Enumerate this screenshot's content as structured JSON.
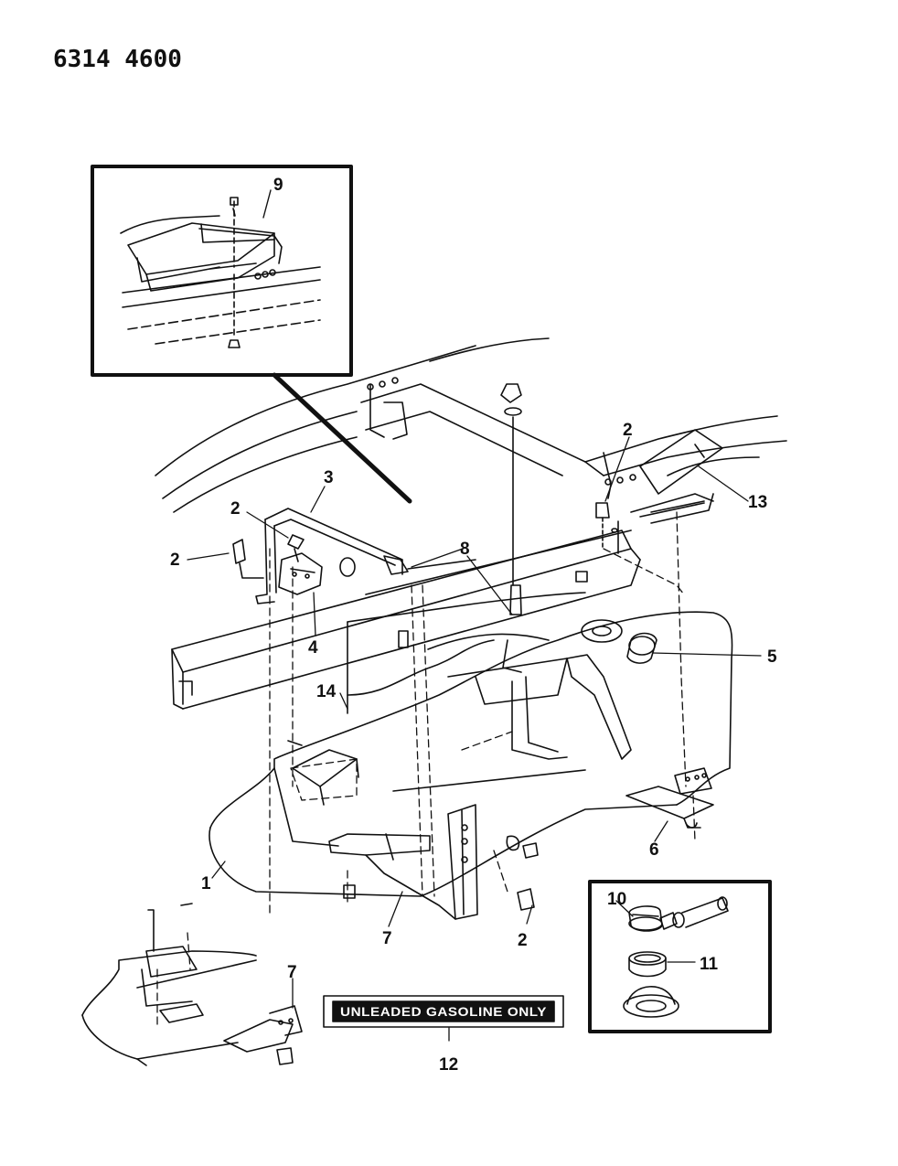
{
  "header": {
    "part_code": "6314 4600"
  },
  "callouts": [
    {
      "id": "callout-1",
      "text": "1"
    },
    {
      "id": "callout-2a",
      "text": "2"
    },
    {
      "id": "callout-2b",
      "text": "2"
    },
    {
      "id": "callout-2c",
      "text": "2"
    },
    {
      "id": "callout-2d",
      "text": "2"
    },
    {
      "id": "callout-3",
      "text": "3"
    },
    {
      "id": "callout-4",
      "text": "4"
    },
    {
      "id": "callout-5",
      "text": "5"
    },
    {
      "id": "callout-6",
      "text": "6"
    },
    {
      "id": "callout-7a",
      "text": "7"
    },
    {
      "id": "callout-7b",
      "text": "7"
    },
    {
      "id": "callout-8",
      "text": "8"
    },
    {
      "id": "callout-9",
      "text": "9"
    },
    {
      "id": "callout-10",
      "text": "10"
    },
    {
      "id": "callout-11",
      "text": "11"
    },
    {
      "id": "callout-12",
      "text": "12"
    },
    {
      "id": "callout-13",
      "text": "13"
    },
    {
      "id": "callout-14",
      "text": "14"
    }
  ],
  "decal": {
    "text": "UNLEADED GASOLINE ONLY"
  }
}
